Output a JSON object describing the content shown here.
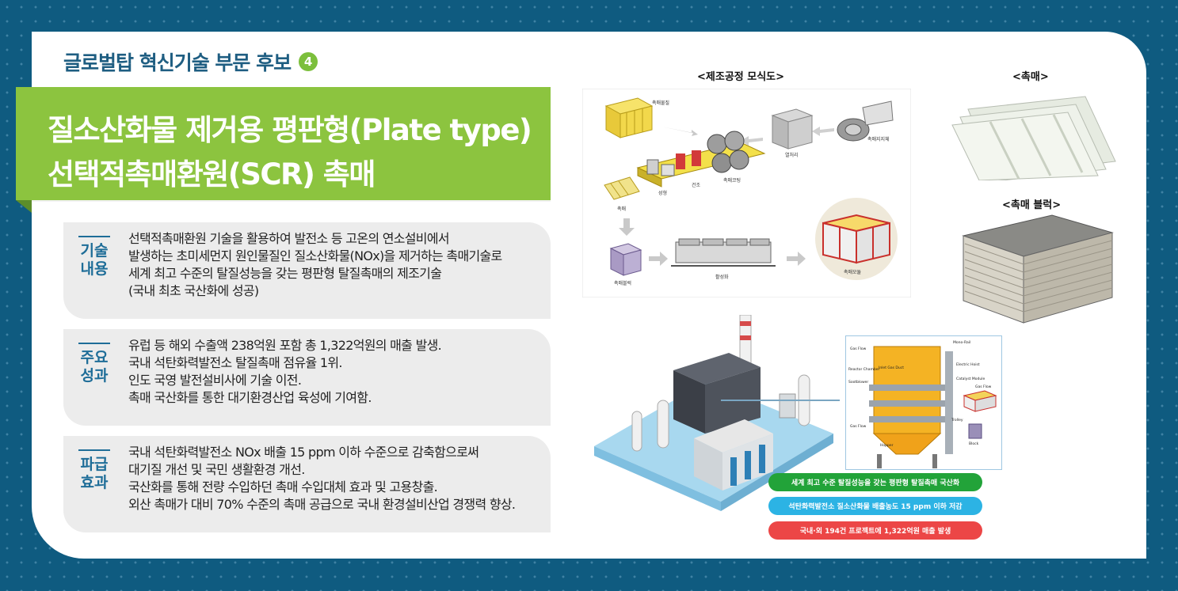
{
  "header": {
    "label": "글로벌탑 혁신기술 부문 후보",
    "number": "4"
  },
  "title": {
    "line1": "질소산화물 제거용 평판형(Plate type)",
    "line2": "선택적촉매환원(SCR) 촉매"
  },
  "sections": [
    {
      "label_line1": "기술",
      "label_line2": "내용",
      "lines": [
        "선택적촉매환원 기술을 활용하여 발전소 등 고온의 연소설비에서",
        "발생하는 초미세먼지 원인물질인 질소산화물(NOx)을 제거하는 촉매기술로",
        "세계 최고 수준의 탈질성능을 갖는 평판형 탈질촉매의 제조기술",
        "(국내 최초 국산화에 성공)"
      ]
    },
    {
      "label_line1": "주요",
      "label_line2": "성과",
      "lines": [
        "유럽 등 해외 수출액 238억원 포함 총 1,322억원의 매출 발생.",
        "국내 석탄화력발전소 탈질촉매 점유율 1위.",
        "인도 국영 발전설비사에 기술 이전.",
        "촉매 국산화를 통한 대기환경산업 육성에 기여함."
      ]
    },
    {
      "label_line1": "파급",
      "label_line2": "효과",
      "lines": [
        "국내 석탄화력발전소 NOx 배출 15 ppm 이하 수준으로 감축함으로써",
        "대기질 개선 및 국민 생활환경 개선.",
        "국산화를 통해 전량 수입하던 촉매 수입대체 효과 및 고용창출.",
        "외산 촉매가 대비 70% 수준의 촉매 공급으로 국내 환경설비산업 경쟁력 향상."
      ]
    }
  ],
  "figures": {
    "process_caption": "<제조공정 모식도>",
    "catalyst_caption": "<촉매>",
    "block_caption": "<촉매 블럭>",
    "process_labels": {
      "material": "촉매물질",
      "support": "촉매지지체",
      "heat": "열처리",
      "coating": "촉매코팅",
      "drying": "건조",
      "forming": "성형",
      "catalyst": "촉매",
      "block": "촉매블럭",
      "activation": "활성화",
      "module": "촉매모듈"
    },
    "reactor_labels": {
      "gas_flow_in": "Gas Flow",
      "reactor_chamber": "Reactor Chamber",
      "soot_blower": "Sootblower",
      "inlet_gas_duct": "Inlet Gas Duct",
      "mono_rail": "Mono-Rail",
      "electric_hoist": "Electric Hoist",
      "catalyst_module": "Catalyst Module",
      "gas_flow_right": "Gas Flow",
      "trolley": "Trolley",
      "gas_flow_out": "Gas Flow",
      "hopper": "Hopper",
      "block": "Block"
    }
  },
  "highlights": [
    {
      "text": "세계 최고 수준 탈질성능을 갖는 평판형 탈질촉매 국산화",
      "color": "#22a339"
    },
    {
      "text": "석탄화력발전소 질소산화물 배출농도 15 ppm 이하 저감",
      "color": "#2cb3e4"
    },
    {
      "text": "국내·외 194건 프로젝트에 1,322억원 매출 발생",
      "color": "#ec4646"
    }
  ],
  "colors": {
    "background": "#0f5b80",
    "accent_green": "#8cc43f",
    "label_blue": "#1e6d98",
    "header_blue": "#1f5e82"
  }
}
